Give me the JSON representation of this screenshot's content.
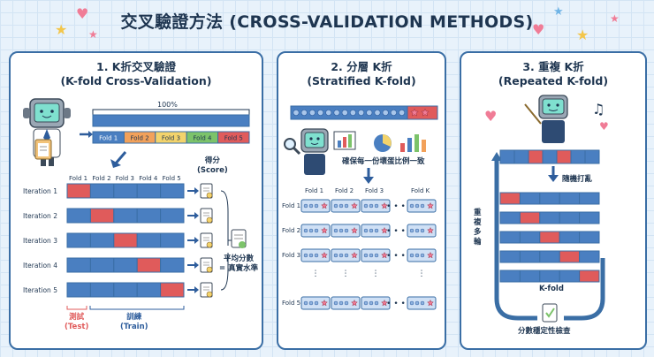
{
  "title": "交叉驗證方法 (CROSS-VALIDATION METHODS)",
  "colors": {
    "blue": "#4a7fc1",
    "red": "#e05b5b",
    "orange": "#f2a15a",
    "yellow": "#f3d36b",
    "green": "#7cc36a",
    "border": "#3a6ea5",
    "text": "#1e3550"
  },
  "icons": [
    "robot-icon",
    "clipboard-icon",
    "document-icon",
    "magnifier-icon",
    "bar-chart-icon",
    "pie-chart-icon",
    "star-icon",
    "heart-icon",
    "music-note-icon",
    "check-document-icon"
  ],
  "kfold": {
    "title_line1": "1. K折交叉驗證",
    "title_line2": "(K-fold Cross-Validation)",
    "percent": "100%",
    "folds": [
      "Fold 1",
      "Fold 2",
      "Fold 3",
      "Fold 4",
      "Fold 5"
    ],
    "score_label_line1": "得分",
    "score_label_line2": "(Score)",
    "iterations": [
      "Iteration 1",
      "Iteration 2",
      "Iteration 3",
      "Iteration 4",
      "Iteration 5"
    ],
    "average_line1": "平均分數",
    "average_line2": "= 真實水準",
    "test_line1": "測試",
    "test_line2": "(Test)",
    "train_line1": "訓練",
    "train_line2": "(Train)"
  },
  "stratified": {
    "title_line1": "2. 分層 K折",
    "title_line2": "(Stratified K-fold)",
    "caption": "確保每一份壞蛋比例一致",
    "columns": [
      "Fold 1",
      "Fold 2",
      "Fold 3",
      "Fold K"
    ],
    "rows": [
      "Fold 1",
      "Fold 2",
      "Fold 3",
      "Fold 5"
    ]
  },
  "repeated": {
    "title_line1": "3. 重複 K折",
    "title_line2": "(Repeated K-fold)",
    "shuffle": "隨機打亂",
    "rounds": "重複多輪",
    "kfold_label": "K-fold",
    "stability": "分數穩定性檢查"
  }
}
